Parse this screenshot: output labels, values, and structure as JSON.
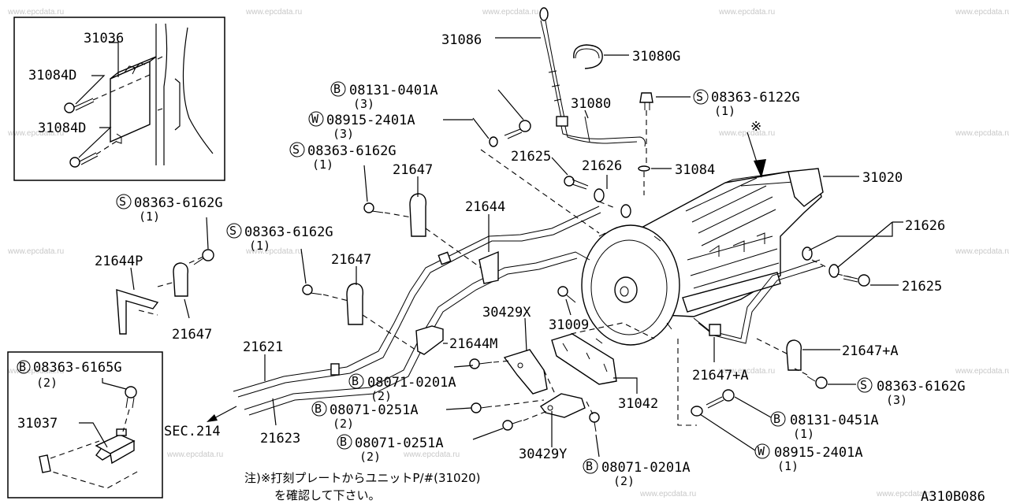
{
  "watermark": "www.epcdata.ru",
  "reference_code": "A310B086",
  "note": {
    "line1": "注)※打刻プレートからユニットP/#(31020)",
    "line2": "を確認して下さい。"
  },
  "parts": {
    "p31036": "31036",
    "p31084D_a": "31084D",
    "p31084D_b": "31084D",
    "p31086": "31086",
    "p31080G": "31080G",
    "p31080": "31080",
    "p31084": "31084",
    "p31020": "31020",
    "p21625_a": "21625",
    "p21626_a": "21626",
    "p21647_a": "21647",
    "p21644": "21644",
    "p21647_b": "21647",
    "p21644P": "21644P",
    "p21647_c": "21647",
    "p21621": "21621",
    "p21623": "21623",
    "sec214": "SEC.214",
    "p31037": "31037",
    "p30429X": "30429X",
    "p31009": "31009",
    "p21644M": "21644M",
    "p31042": "31042",
    "p30429Y": "30429Y",
    "p21626_b": "21626",
    "p21625_b": "21625",
    "p21647A_a": "21647+A",
    "p21647A_b": "21647+A"
  },
  "fasteners": {
    "f1": {
      "prefix": "B",
      "code": "08131-0401A",
      "qty": "(3)"
    },
    "f2": {
      "prefix": "W",
      "code": "08915-2401A",
      "qty": "(3)"
    },
    "f3": {
      "prefix": "S",
      "code": "08363-6162G",
      "qty": "(1)"
    },
    "f4": {
      "prefix": "S",
      "code": "08363-6122G",
      "qty": "(1)"
    },
    "f5": {
      "prefix": "S",
      "code": "08363-6162G",
      "qty": "(1)"
    },
    "f6": {
      "prefix": "S",
      "code": "08363-6162G",
      "qty": "(1)"
    },
    "f7": {
      "prefix": "B",
      "code": "08363-6165G",
      "qty": "(2)"
    },
    "f8": {
      "prefix": "B",
      "code": "08071-0201A",
      "qty": "(2)"
    },
    "f9": {
      "prefix": "B",
      "code": "08071-0251A",
      "qty": "(2)"
    },
    "f10": {
      "prefix": "B",
      "code": "08071-0251A",
      "qty": "(2)"
    },
    "f11": {
      "prefix": "B",
      "code": "08071-0201A",
      "qty": "(2)"
    },
    "f12": {
      "prefix": "S",
      "code": "08363-6162G",
      "qty": "(3)"
    },
    "f13": {
      "prefix": "B",
      "code": "08131-0451A",
      "qty": "(1)"
    },
    "f14": {
      "prefix": "W",
      "code": "08915-2401A",
      "qty": "(1)"
    }
  },
  "marker": "※"
}
